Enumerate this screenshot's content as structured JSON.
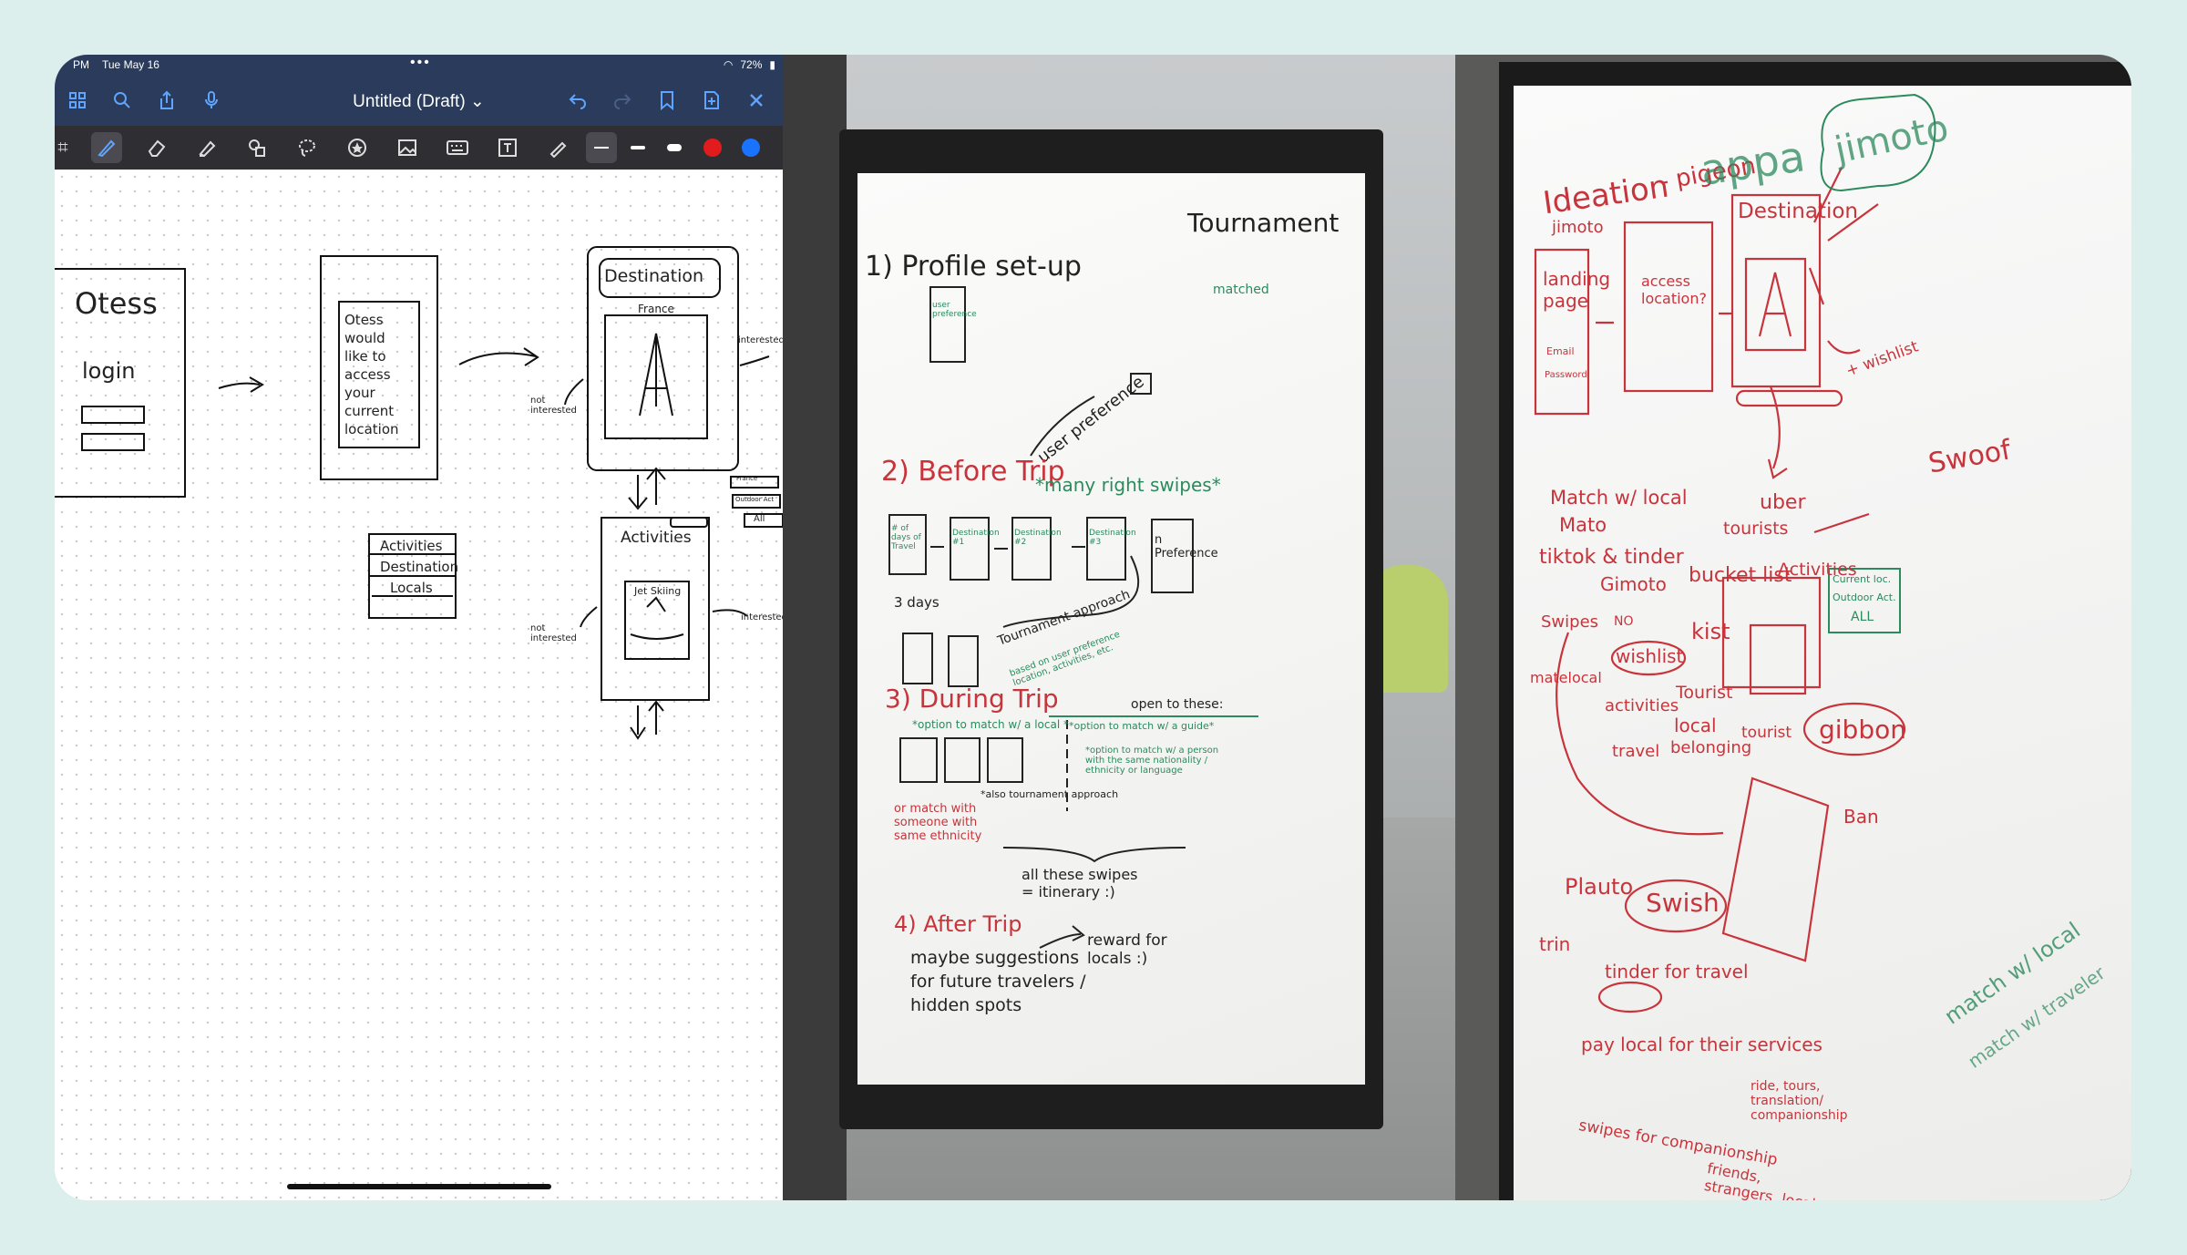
{
  "ipad": {
    "status": {
      "time": "PM",
      "date": "Tue May 16",
      "battery": "72%"
    },
    "doc_title": "Untitled (Draft) ⌄",
    "colors": {
      "nav_bg": "#2a3b5c",
      "toolbar_bg": "#2f2f33",
      "accent": "#5fa4ff",
      "pen_red": "#e21c1c",
      "pen_blue": "#1a73ff"
    },
    "nav_left_icons": [
      "grid-icon",
      "search-icon",
      "share-icon",
      "microphone-icon"
    ],
    "nav_right_icons": [
      "undo-icon",
      "redo-icon",
      "bookmark-icon",
      "add-page-icon",
      "close-icon"
    ],
    "tools": [
      "lasso-crop-icon",
      "pen-icon",
      "eraser-icon",
      "highlighter-icon",
      "shapes-icon",
      "lasso-icon",
      "star-icon",
      "image-icon",
      "keyboard-icon",
      "text-icon",
      "laser-icon"
    ],
    "sketch": {
      "app": "Otess",
      "login": "login",
      "prompt": "Otess would like to access your current location",
      "destination": "Destination",
      "france": "France",
      "interested": "interested",
      "not_interested": "not interested",
      "activities": "Activities",
      "jetskiing": "Jet Skiing",
      "menu_items": [
        "Activities",
        "Destination",
        "Locals"
      ],
      "filters": [
        "France",
        "Outdoor Act",
        "All"
      ]
    }
  },
  "whiteboard_mid": {
    "section1": "1) Profile set-up",
    "user_pref": "user preference",
    "tournament": "Tournament",
    "matched": "matched",
    "section2": "2) Before Trip",
    "many_swipes": "*many right swipes*",
    "cards": [
      "# of days of Travel",
      "Destination #1",
      "Destination #2",
      "Destination #3",
      "n Preference"
    ],
    "three_days": "3 days",
    "tournament_approach": "Tournament approach",
    "based_on": "based on user preference location, activities, etc.",
    "section3": "3) During Trip",
    "option_local": "*option to match w/ a local *",
    "open_to": "open to these:",
    "option_guide": "*option to match w/ a guide*",
    "option_person": "*option to match w/ a person with the same nationality / ethnicity or language",
    "also_tournament": "*also tournament approach",
    "or_match": "or match with someone with same ethnicity",
    "all_swipes": "all these swipes = itinerary :)",
    "section4": "4) After Trip",
    "maybe": "maybe suggestions for future travelers / hidden spots",
    "reward": "reward for locals :)"
  },
  "whiteboard_right": {
    "ideation": "Ideation",
    "pigeon": "- pigeon",
    "appa": "appa",
    "jimoto": "jimoto",
    "jimoto_small": "jimoto",
    "landing": "landing page",
    "email": "Email",
    "password": "Password",
    "access": "access location?",
    "destination": "Destination",
    "wishlist": "+ wishlist",
    "swoof": "Swoof",
    "match_local": "Match w/ local",
    "mato": "Mato",
    "uber": "uber",
    "tourists": "tourists",
    "tiktok": "tiktok & tinder",
    "gimoto": "Gimoto",
    "bucket": "bucket list",
    "activities": "Activities",
    "swipes": "Swipes",
    "no": "NO",
    "wishlist2": "wishlist",
    "kist": "kist",
    "matelocal": "matelocal",
    "activities2": "activities",
    "tourist": "Tourist",
    "local": "local",
    "belonging": "belonging",
    "travel": "travel",
    "tourist2": "tourist",
    "gibbon": "gibbon",
    "ban": "Ban",
    "plauto": "Plauto",
    "swish": "Swish",
    "tinder_travel": "tinder for travel",
    "trin": "trin",
    "pay_local": "pay local for their services",
    "ride": "ride, tours, translation/ companionship",
    "swipes_companionship": "swipes for companionship",
    "friends": "friends, strangers, local",
    "match_local2": "match w/ local",
    "match_traveler": "match w/ traveler",
    "filters": [
      "Current loc.",
      "Outdoor Act.",
      "ALL"
    ]
  }
}
